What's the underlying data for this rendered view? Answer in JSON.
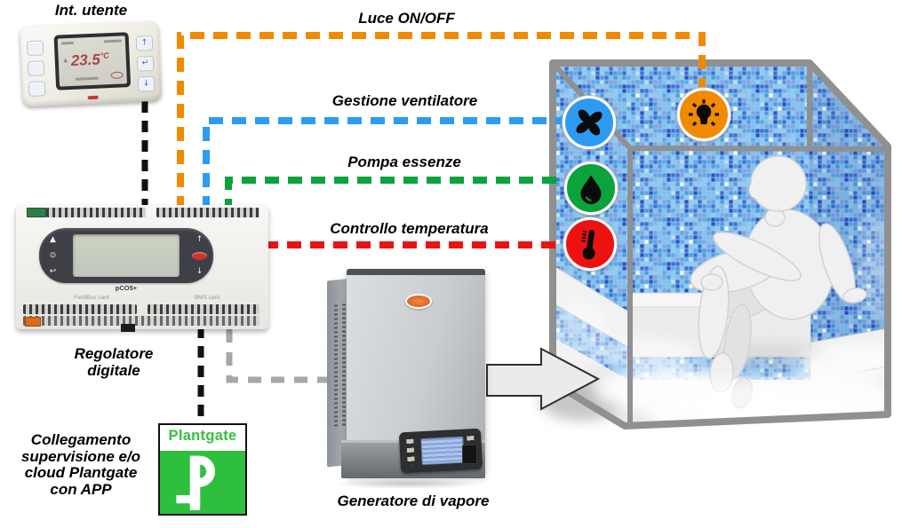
{
  "labels": {
    "int_utente": "Int. utente",
    "luce": "Luce ON/OFF",
    "gestione_ventilatore": "Gestione ventilatore",
    "pompa_essenze": "Pompa essenze",
    "controllo_temperatura": "Controllo temperatura",
    "regolatore_digitale": "Regolatore digitale",
    "collegamento": "Collegamento supervisione e/o cloud Plantgate con APP",
    "generatore_di_vapore": "Generatore di vapore"
  },
  "devices": {
    "thermostat": {
      "caption": "Int. utente",
      "temperature": "23.5",
      "unit": "°C"
    },
    "controller": {
      "caption": "Regolatore digitale",
      "model": "pCO5+",
      "fieldbus_label": "FieldBus card",
      "bms_label": "BMS card"
    },
    "plantgate": {
      "caption": "Collegamento supervisione e/o cloud Plantgate con APP",
      "brand": "Plantgate",
      "symbol": "P"
    },
    "generator": {
      "caption": "Generatore di vapore"
    }
  },
  "connections": [
    {
      "id": "light",
      "label": "Luce ON/OFF",
      "color": "#F28A00",
      "style": "dashed"
    },
    {
      "id": "fan",
      "label": "Gestione ventilatore",
      "color": "#2D9BF2",
      "style": "dashed"
    },
    {
      "id": "essence",
      "label": "Pompa essenze",
      "color": "#0AA33C",
      "style": "dashed"
    },
    {
      "id": "temperature",
      "label": "Controllo temperatura",
      "color": "#EC1212",
      "style": "dashed"
    },
    {
      "id": "user-terminal-bus",
      "color": "#111111",
      "style": "dashed"
    },
    {
      "id": "supervision-link",
      "color": "#111111",
      "style": "dashed"
    },
    {
      "id": "steam-generator-link",
      "color": "#A7A7A7",
      "style": "dashed"
    }
  ],
  "room_icons": [
    {
      "id": "fan",
      "name": "fan-icon",
      "color": "#2D9BF2"
    },
    {
      "id": "light",
      "name": "light-bulb-icon",
      "color": "#F28A00"
    },
    {
      "id": "essence",
      "name": "essence-drop-icon",
      "color": "#0AA33C"
    },
    {
      "id": "temperature",
      "name": "thermometer-icon",
      "color": "#EC1212"
    }
  ],
  "palette": {
    "plantgate_green": "#2FBF3F",
    "frame_gray": "#909090",
    "mosaic_blues": [
      "#7EC2F0",
      "#5CA8E8",
      "#93CBF2",
      "#4D9BE0",
      "#BFE0F7",
      "#FFFFFF",
      "#2B50C8",
      "#8C9FE0",
      "#3D6FD8"
    ]
  }
}
